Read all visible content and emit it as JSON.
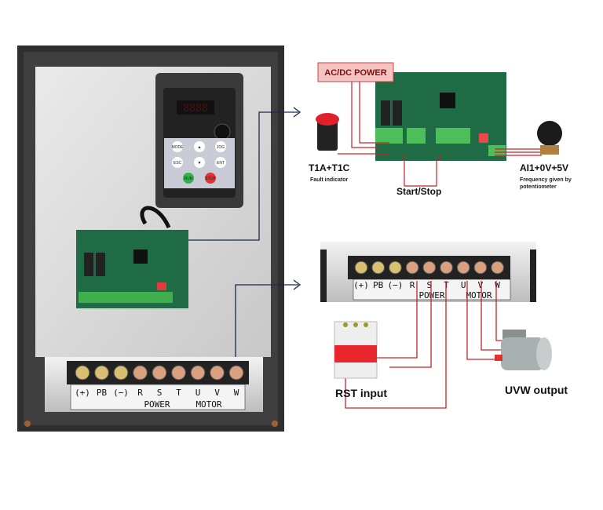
{
  "inverter": {
    "keypad": {
      "display": "8888",
      "keys": [
        "MODE",
        "JOG",
        "ESC",
        "ENT",
        "RUN",
        "STOP"
      ]
    },
    "terminals": [
      "(+)",
      "PB",
      "(−)",
      "R",
      "S",
      "T",
      "U",
      "V",
      "W"
    ],
    "groups": {
      "power": "POWER",
      "motor": "MOTOR"
    }
  },
  "control_wiring": {
    "power_label": "AC/DC POWER",
    "fault_title": "T1A+T1C",
    "fault_caption": "Fault indicator",
    "start_stop": "Start/Stop",
    "analog_title": "AI1+0V+5V",
    "analog_caption_line1": "Frequency given by",
    "analog_caption_line2": "potentiometer"
  },
  "power_wiring": {
    "terminals": [
      "(+)",
      "PB",
      "(−)",
      "R",
      "S",
      "T",
      "U",
      "V",
      "W"
    ],
    "groups": {
      "power": "POWER",
      "motor": "MOTOR"
    },
    "input_label": "RST input",
    "output_label": "UVW output"
  },
  "colors": {
    "wire": "#c8202a",
    "pcb": "#1f6b45",
    "frame": "#3a3a3a",
    "panel": "#d9d9d9",
    "label_box": "#f6c3c3"
  }
}
